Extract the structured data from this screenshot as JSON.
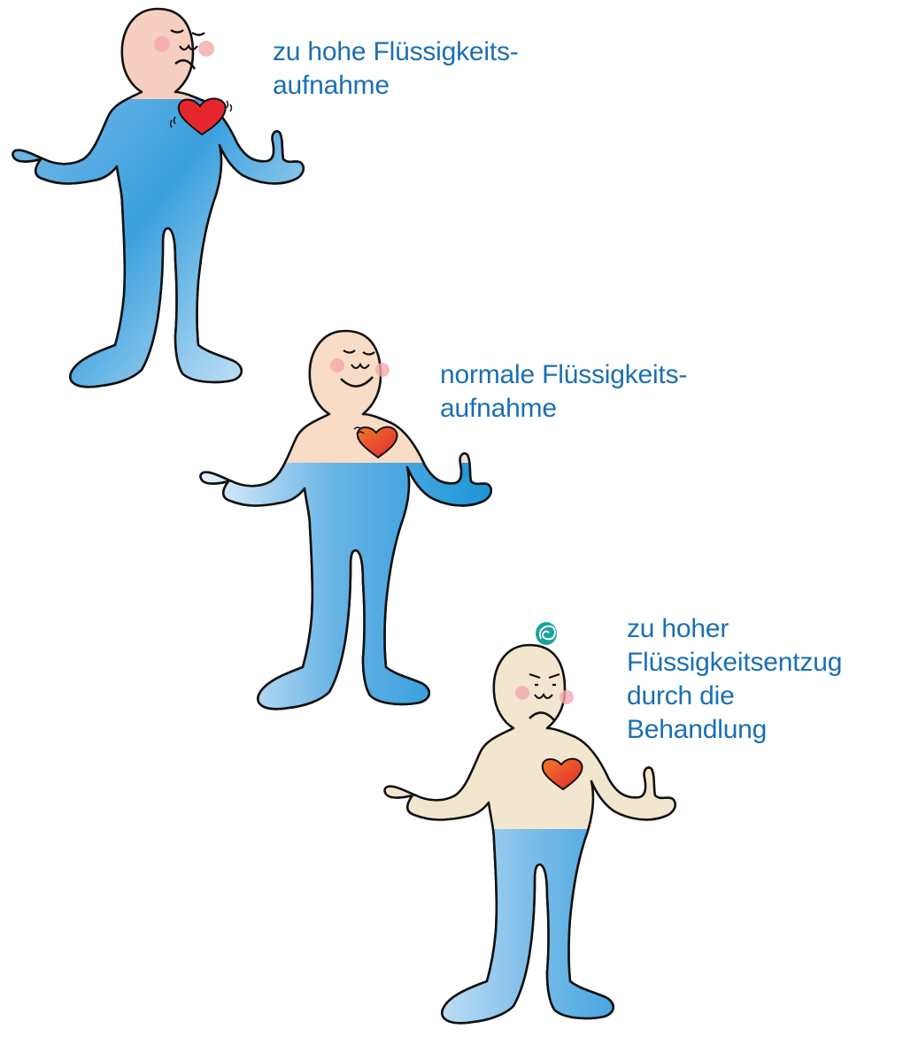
{
  "figures": [
    {
      "state": "zu hohe Flüssigkeitsaufnahme",
      "fill_level": 0.9,
      "mood": "sad",
      "caption_lines": [
        "zu hohe Flüssigkeits-",
        "aufnahme"
      ],
      "skin_color": "#f6cfc0",
      "heart_color": "#e8262e"
    },
    {
      "state": "normale Flüssigkeitsaufnahme",
      "fill_level": 0.62,
      "mood": "happy",
      "caption_lines": [
        "normale Flüssigkeits-",
        "aufnahme"
      ],
      "skin_color": "#f8dcc6",
      "heart_color": "#ea4a2b"
    },
    {
      "state": "zu hoher Flüssigkeitsentzug durch die Behandlung",
      "fill_level": 0.42,
      "mood": "worried",
      "caption_lines": [
        "zu hoher",
        "Flüssigkeitsentzug",
        "durch die",
        "Behandlung"
      ],
      "skin_color": "#f3e6cf",
      "heart_color": "#ef4b2c"
    }
  ],
  "colors": {
    "water_dark": "#1f97d9",
    "water_light": "#e3f0fa",
    "caption_text": "#1b6fb3",
    "outline": "#111111",
    "cheek": "#f5a9ad",
    "dizzy_swirl": "#1aa39a"
  },
  "icons": [
    "heart-icon",
    "dizzy-swirl-icon"
  ]
}
